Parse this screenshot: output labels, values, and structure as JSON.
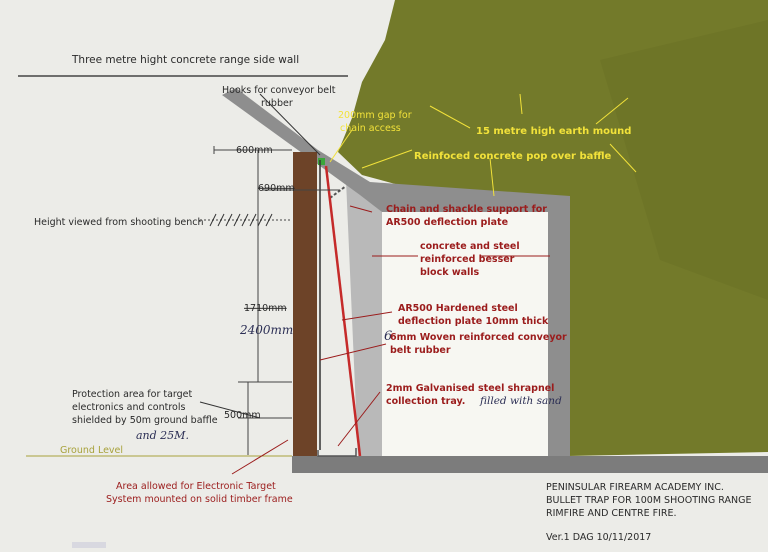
{
  "labels": {
    "side_wall": "Three metre hight concrete range side wall",
    "hooks_l1": "Hooks for conveyor belt",
    "hooks_l2": "rubber",
    "gap_l1": "200mm gap for",
    "gap_l2": "chain access",
    "mound": "15 metre high earth mound",
    "baffle": "Reinfoced concrete pop over baffle",
    "dim_600": "600mm",
    "dim_690": "690mm",
    "chain_l1": "Chain and shackle support for",
    "chain_l2": "AR500 deflection plate",
    "height_bench": "Height viewed from shooting bench",
    "besser_l1": "concrete and steel",
    "besser_l2": "reinforced besser",
    "besser_l3": "block walls",
    "ar500_l1": "AR500 Hardened steel",
    "ar500_l2": "deflection plate 10mm thick",
    "dim_1710": "1710mm",
    "dim_2400_hand": "2400mm",
    "belt_digit": "6",
    "belt_l1": "6mm Woven reinforced conveyor",
    "belt_l2": "belt rubber",
    "protect_l1": "Protection area for target",
    "protect_l2": "electronics and controls",
    "protect_l3": "shielded by 50m ground baffle",
    "hand_25m": "and 25M.",
    "dim_500": "500mm",
    "tray_l1": "2mm Galvanised steel shrapnel",
    "tray_l2": "collection tray.",
    "tray_hand": "filled with sand",
    "ground": "Ground Level",
    "area_l1": "Area allowed for Electronic Target",
    "area_l2": "System mounted on solid timber frame",
    "title_l1": "PENINSULAR FIREARM ACADEMY INC.",
    "title_l2": "BULLET TRAP FOR 100M SHOOTING RANGE",
    "title_l3": "RIMFIRE AND CENTRE FIRE.",
    "version": "Ver.1 DAG 10/11/2017"
  },
  "colors": {
    "paper": "#ecece8",
    "mound": "#737a2a",
    "concrete": "#8e8e8e",
    "concrete_light": "#b9b9b9",
    "timber": "#6d4328",
    "label_red": "#9b1c1c",
    "label_yellow": "#f2e23a",
    "ink": "#2a2a2a",
    "hand_ink": "#2c2f55",
    "ground_line": "#a8a23c"
  }
}
